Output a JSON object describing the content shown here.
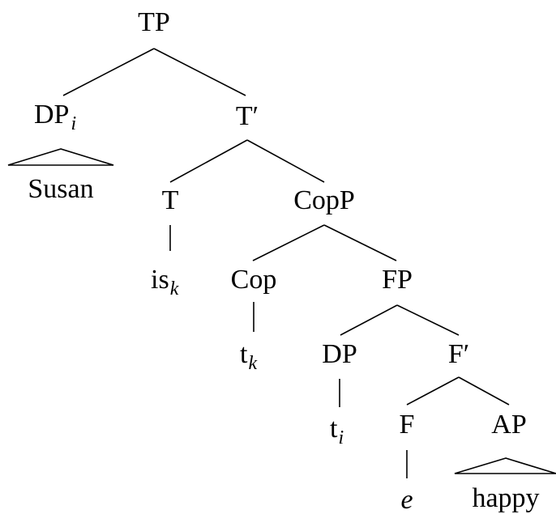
{
  "tree": {
    "nodes": {
      "tp": {
        "label": "TP"
      },
      "dp_i": {
        "label": "DP",
        "sub": "i"
      },
      "susan": {
        "label": "Susan"
      },
      "t_bar": {
        "label": "T′"
      },
      "t": {
        "label": "T"
      },
      "is_k": {
        "label": "is",
        "sub": "k"
      },
      "copp": {
        "label": "CopP"
      },
      "cop": {
        "label": "Cop"
      },
      "t_k": {
        "label": "t",
        "sub": "k"
      },
      "fp": {
        "label": "FP"
      },
      "dp": {
        "label": "DP"
      },
      "t_i": {
        "label": "t",
        "sub": "i"
      },
      "f_bar": {
        "label": "F′"
      },
      "f": {
        "label": "F"
      },
      "e": {
        "label": "e"
      },
      "ap": {
        "label": "AP"
      },
      "happy": {
        "label": "happy"
      }
    },
    "colors": {
      "ink": "#000000",
      "background": "#ffffff"
    }
  }
}
